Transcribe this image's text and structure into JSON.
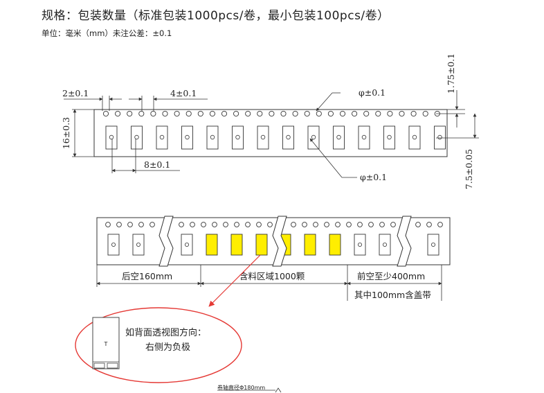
{
  "header": {
    "title": "规格：包装数量（标准包装1000pcs/卷，最小包装100pcs/卷）",
    "unit_note": "单位：毫米（mm）未注公差：±0.1"
  },
  "top_drawing": {
    "dim_hole_dia": "2±0.1",
    "dim_hole_pitch": "4±0.1",
    "dim_width": "16±0.3",
    "dim_pocket_pitch": "8±0.1",
    "dim_phi_top": "φ±0.1",
    "dim_phi_bottom": "φ±0.1",
    "dim_edge": "1.75±0.1",
    "dim_center": "7.5±0.05"
  },
  "bottom_drawing": {
    "rear_empty": "后空160mm",
    "loaded_area": "含料区域1000颗",
    "front_empty": "前空至少400mm",
    "cover_tape": "其中100mm含盖带"
  },
  "callout": {
    "line1": "如背面透视图方向：",
    "line2": "右侧为负极",
    "part_mark": "T"
  },
  "footer": {
    "reel": "卷轴直径Φ180mm"
  },
  "colors": {
    "loaded_pocket": "#ffee00",
    "arrow": "#e53935",
    "ellipse": "#e53935",
    "line": "#333333"
  }
}
